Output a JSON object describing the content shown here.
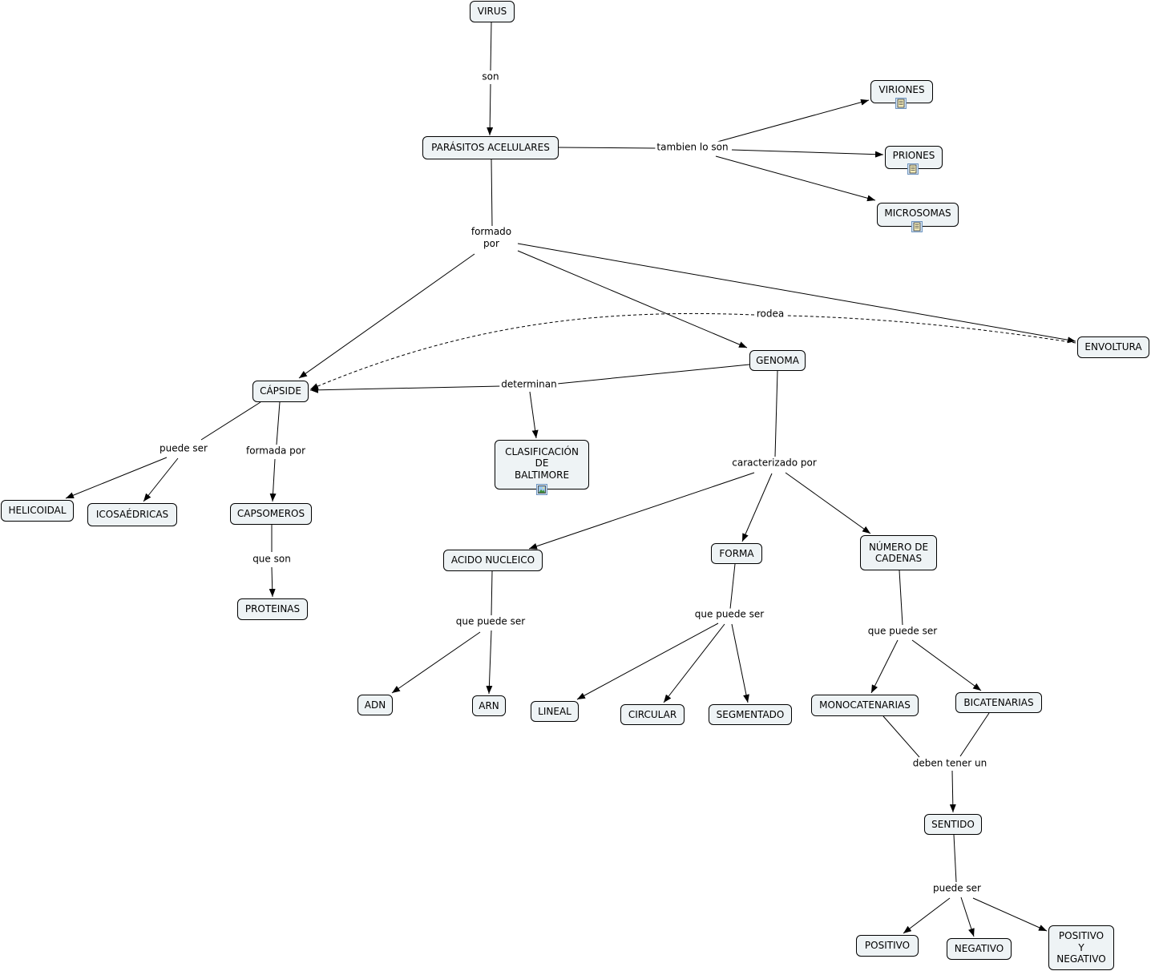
{
  "concepts": {
    "virus": "VIRUS",
    "parasitos_acelulares": "PARÁSITOS ACELULARES",
    "viriones": "VIRIONES",
    "priones": "PRIONES",
    "microsomas": "MICROSOMAS",
    "envoltura": "ENVOLTURA",
    "genoma": "GENOMA",
    "capside": "CÁPSIDE",
    "clasificacion_baltimore": "CLASIFICACIÓN\nDE\nBALTIMORE",
    "helicoidal": "HELICOIDAL",
    "icosaedricas": "ICOSAÉDRICAS",
    "capsomeros": "CAPSOMEROS",
    "proteinas": "PROTEINAS",
    "acido_nucleico": "ACIDO NUCLEICO",
    "forma": "FORMA",
    "numero_de_cadenas": "NÚMERO DE\nCADENAS",
    "adn": "ADN",
    "arn": "ARN",
    "lineal": "LINEAL",
    "circular": "CIRCULAR",
    "segmentado": "SEGMENTADO",
    "monocatenarias": "MONOCATENARIAS",
    "bicatenarias": "BICATENARIAS",
    "sentido": "SENTIDO",
    "positivo": "POSITIVO",
    "negativo": "NEGATIVO",
    "positivo_y_negativo": "POSITIVO\nY\nNEGATIVO"
  },
  "linking_phrases": {
    "virus_son": "son",
    "tambien_lo_son": "tambien lo son",
    "formado_por": "formado\npor",
    "rodea": "rodea",
    "determinan": "determinan",
    "capside_puede_ser": "puede ser",
    "formada_por": "formada por",
    "que_son": "que son",
    "caracterizado_por": "caracterizado por",
    "acido_que_puede_ser": "que puede ser",
    "forma_que_puede_ser": "que puede ser",
    "numero_que_puede_ser": "que puede ser",
    "deben_tener_un": "deben tener un",
    "sentido_puede_ser": "puede ser"
  },
  "resource_icons": {
    "viriones": "text-document-icon",
    "priones": "text-document-icon",
    "microsomas": "text-document-icon",
    "clasificacion_baltimore": "image-icon"
  },
  "colors": {
    "background": "#ffffff",
    "concept_fill": "#eef3f5",
    "concept_border": "#000000",
    "connector": "#000000",
    "text": "#000000"
  }
}
